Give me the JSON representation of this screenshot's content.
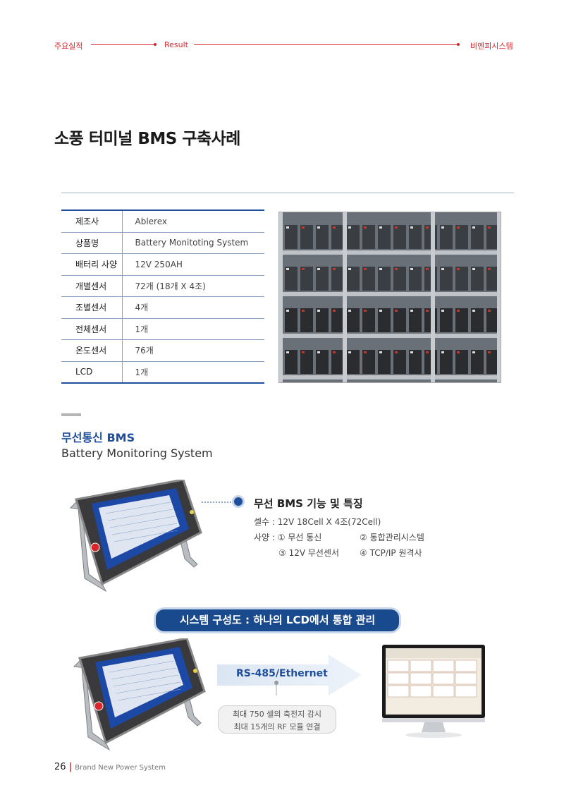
{
  "header": {
    "left": "주요실적",
    "center": "Result",
    "right": "비엔피시스템"
  },
  "page_title": "소풍 터미널 BMS 구축사례",
  "spec_table": [
    {
      "key": "제조사",
      "value": "Ablerex"
    },
    {
      "key": "상품명",
      "value": "Battery Monitoting System"
    },
    {
      "key": "배터리 사양",
      "value": "12V 250AH"
    },
    {
      "key": "개별센서",
      "value": "72개 (18개 X 4조)"
    },
    {
      "key": "조별센서",
      "value": "4개"
    },
    {
      "key": "전체센서",
      "value": "1개"
    },
    {
      "key": "온도센서",
      "value": "76개"
    },
    {
      "key": "LCD",
      "value": "1개"
    }
  ],
  "wireless": {
    "title": "무선통신 BMS",
    "subtitle": "Battery Monitoring System"
  },
  "features": {
    "title": "무선 BMS 기능 및 특징",
    "line1": "셀수 : 12V 18Cell X 4조(72Cell)",
    "line2_prefix": "사양 : ① 무선 통신",
    "line2_right": "② 통합관리시스템",
    "line3_left": "③ 12V 무선센서",
    "line3_right": "④ TCP/IP 원격사"
  },
  "system": {
    "banner": "시스템 구성도 : 하나의 LCD에서 통합 관리",
    "arrow_label": "RS-485/Ethernet",
    "note_line1": "최대 750 셀의 축전지 감시",
    "note_line2": "최대 15개의 RF 모듈 연결"
  },
  "footer": {
    "page_number": "26",
    "separator": "|",
    "brand": "Brand New Power System"
  },
  "colors": {
    "accent_red": "#d9262c",
    "accent_blue": "#1f4e9a"
  }
}
